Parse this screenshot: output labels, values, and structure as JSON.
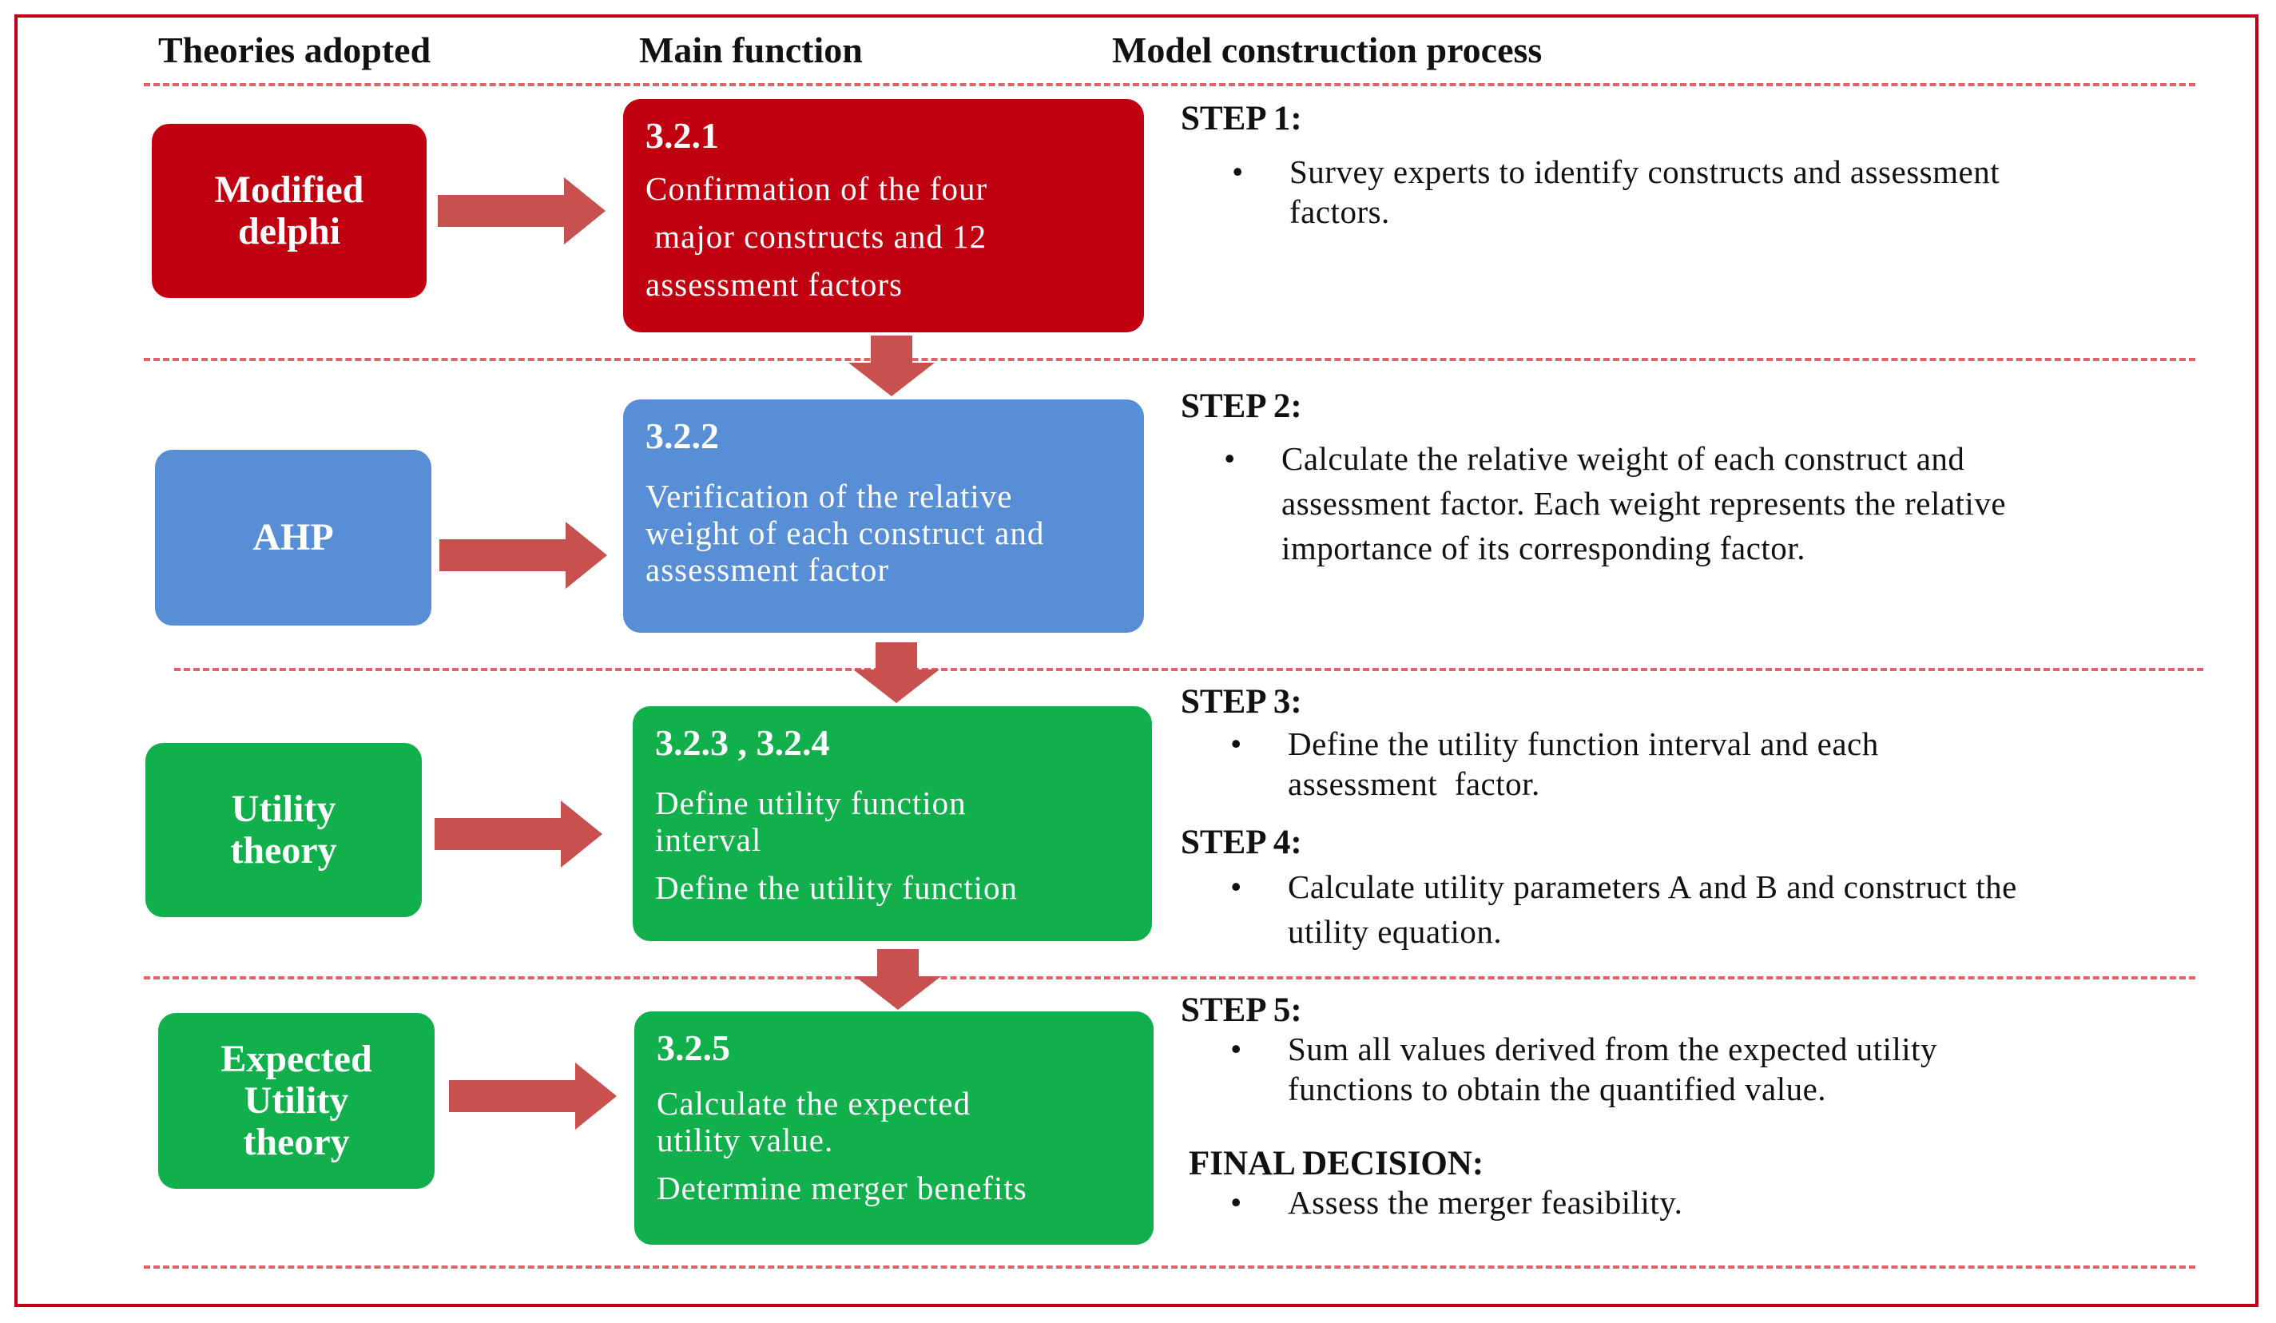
{
  "headers": {
    "theories": "Theories adopted",
    "function": "Main function",
    "process": "Model construction process"
  },
  "rows": [
    {
      "theory_lines": [
        "Modified",
        "delphi"
      ],
      "number": "3.2.1",
      "function_lines": [
        "Confirmation of the four",
        " major constructs and 12",
        "assessment factors"
      ],
      "steps": [
        {
          "label": "STEP 1:",
          "bullet_lines": [
            "Survey experts to identify constructs and assessment",
            "factors."
          ]
        }
      ]
    },
    {
      "theory_lines": [
        "AHP"
      ],
      "number": "3.2.2",
      "function_lines": [
        "Verification of the relative",
        "weight of each construct and",
        "assessment factor"
      ],
      "steps": [
        {
          "label": "STEP 2:",
          "bullet_lines": [
            "Calculate the relative weight of each construct and",
            "assessment factor. Each weight represents the relative",
            "importance of its corresponding factor."
          ]
        }
      ]
    },
    {
      "theory_lines": [
        "Utility",
        "theory"
      ],
      "number": "3.2.3 , 3.2.4",
      "function_lines": [
        "Define utility function",
        "interval",
        "Define the utility function"
      ],
      "steps": [
        {
          "label": "STEP 3:",
          "bullet_lines": [
            "Define the utility function interval and each",
            "assessment  factor."
          ]
        },
        {
          "label": "STEP 4:",
          "bullet_lines": [
            "Calculate utility parameters A and B and construct the",
            "utility equation."
          ]
        }
      ]
    },
    {
      "theory_lines": [
        "Expected",
        "Utility",
        "theory"
      ],
      "number": "3.2.5",
      "function_lines": [
        "Calculate the expected",
        "utility value.",
        "Determine merger benefits"
      ],
      "steps": [
        {
          "label": "STEP 5:",
          "bullet_lines": [
            "Sum all values derived from the expected utility",
            "functions to obtain the quantified value."
          ]
        },
        {
          "label": "FINAL DECISION:",
          "bullet_lines": [
            "Assess the merger feasibility."
          ]
        }
      ]
    }
  ],
  "bullet_glyph": "•",
  "colors": {
    "red": "#c00010",
    "blue": "#588ed6",
    "green": "#12b04c",
    "arrow": "#c8504f",
    "border": "#c0001a",
    "dash": "#e0626a"
  }
}
